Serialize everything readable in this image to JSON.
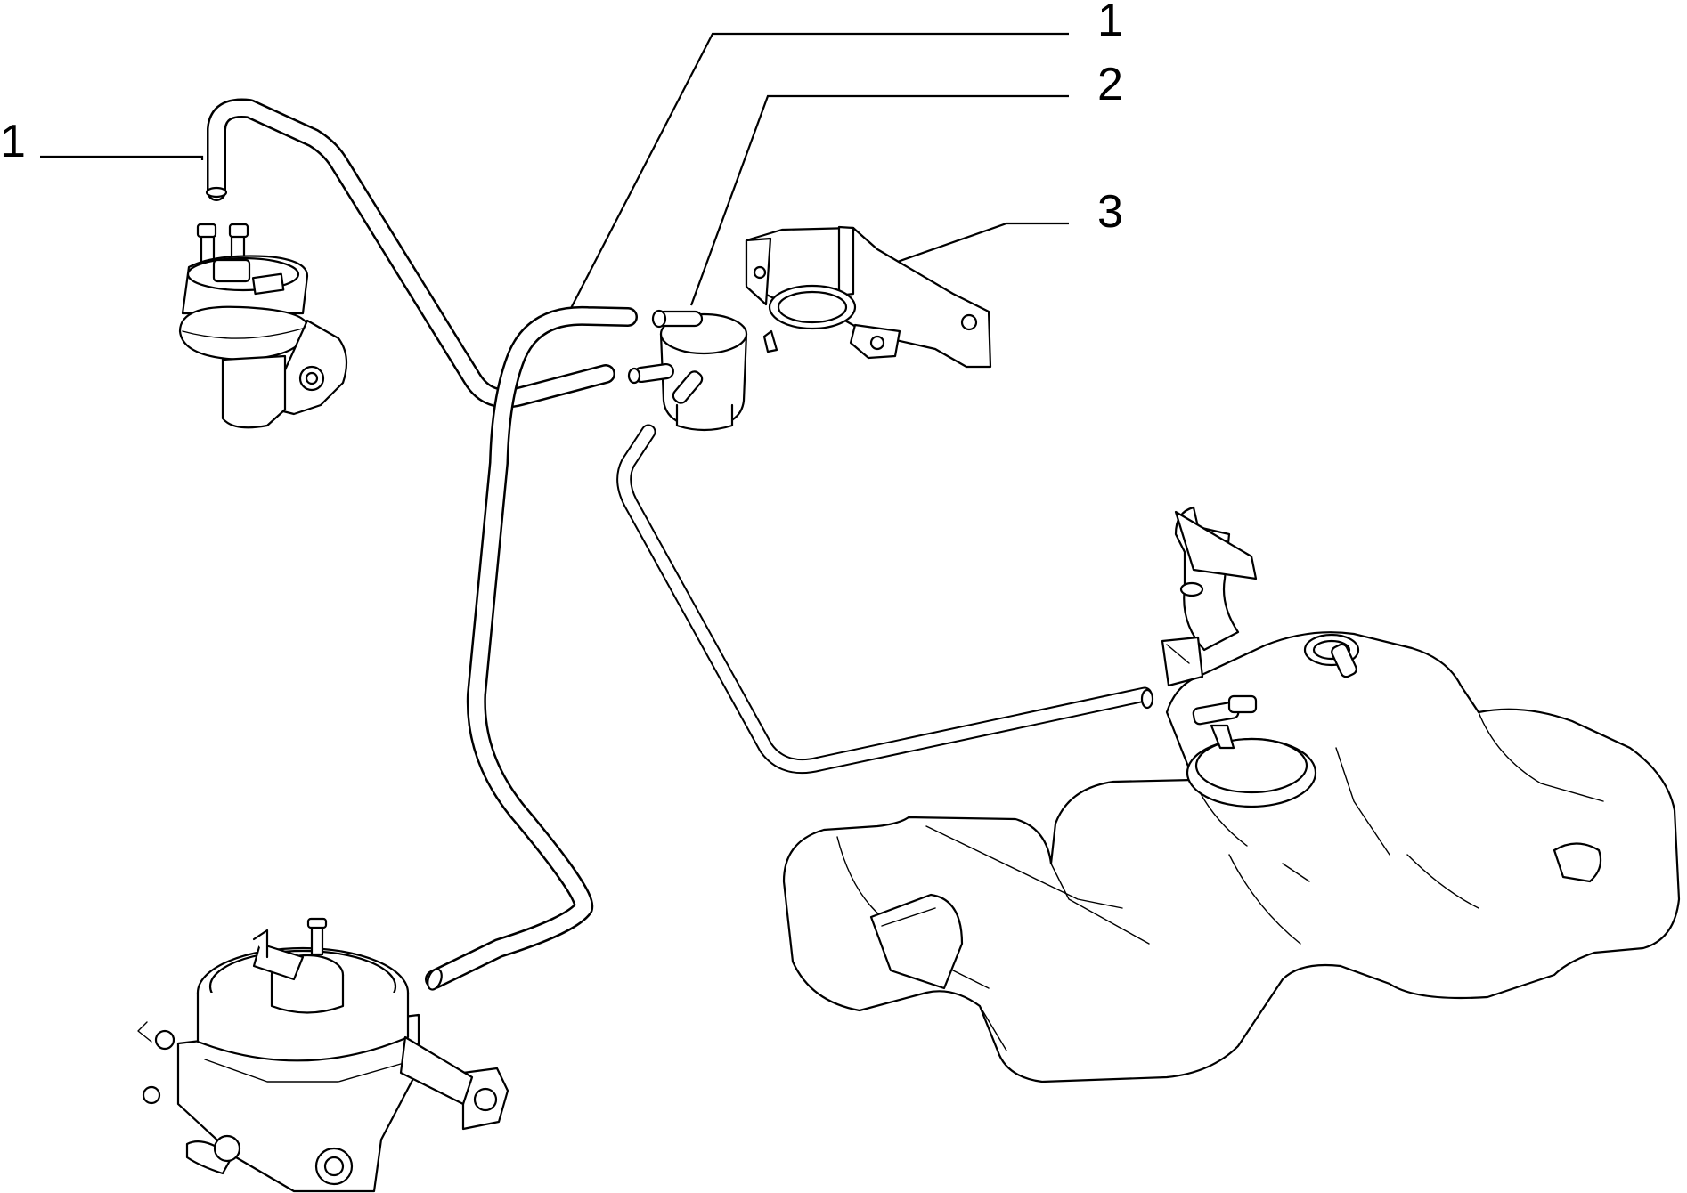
{
  "callouts": [
    {
      "label": "1"
    },
    {
      "label": "1"
    },
    {
      "label": "2"
    },
    {
      "label": "3"
    }
  ]
}
